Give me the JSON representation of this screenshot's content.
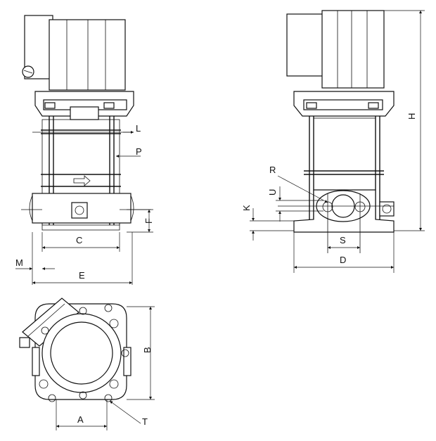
{
  "front_view": {
    "labels": {
      "L": "L",
      "P": "P",
      "F": "F",
      "C": "C",
      "M": "M",
      "E": "E"
    }
  },
  "side_view": {
    "labels": {
      "H": "H",
      "R": "R",
      "U": "U",
      "K": "K",
      "S": "S",
      "D": "D"
    }
  },
  "top_view": {
    "labels": {
      "B": "B",
      "A": "A",
      "T": "T"
    }
  }
}
